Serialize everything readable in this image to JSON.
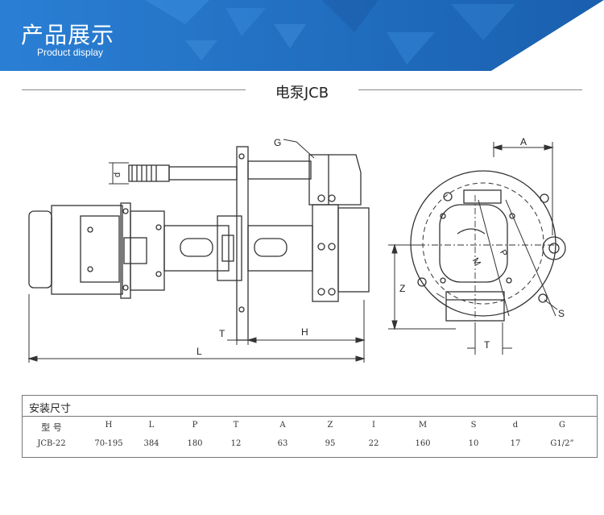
{
  "banner": {
    "title": "产品展示",
    "subtitle": "Product display",
    "color": "#1f6fc1"
  },
  "section": {
    "title": "电泵JCB"
  },
  "drawing": {
    "labels": {
      "G": "G",
      "d": "d",
      "T": "T",
      "H": "H",
      "L": "L",
      "A": "A",
      "Z": "Z",
      "S": "S",
      "M": "M",
      "P": "P"
    }
  },
  "spec_table": {
    "title": "安装尺寸",
    "headers": [
      "型 号",
      "H",
      "L",
      "P",
      "T",
      "A",
      "Z",
      "I",
      "M",
      "S",
      "d",
      "G"
    ],
    "rows": [
      [
        "JCB-22",
        "70-195",
        "384",
        "180",
        "12",
        "63",
        "95",
        "22",
        "160",
        "10",
        "17",
        "G1/2”"
      ]
    ]
  }
}
